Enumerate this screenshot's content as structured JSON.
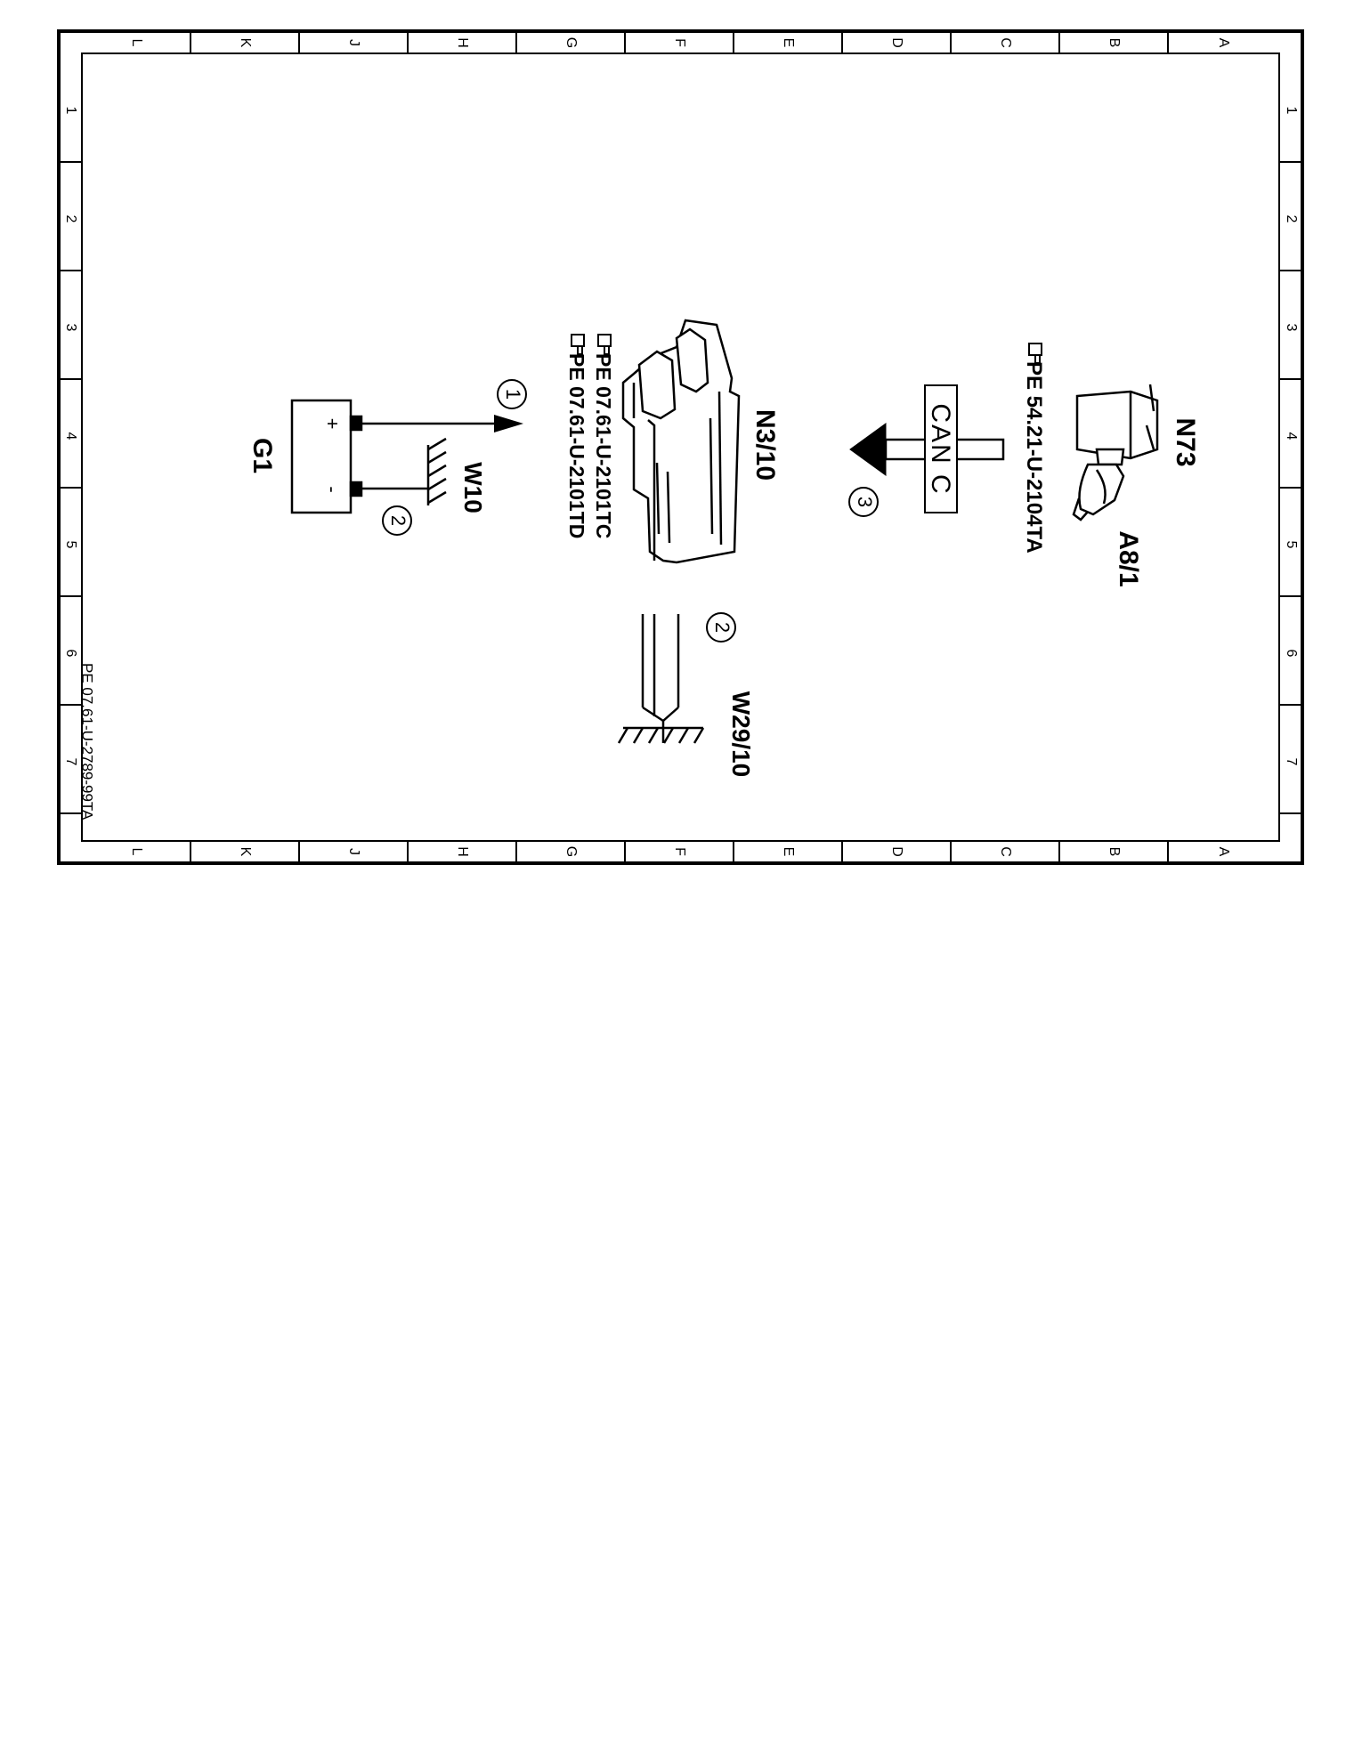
{
  "frame": {
    "column_letters": [
      "L",
      "K",
      "J",
      "H",
      "G",
      "F",
      "E",
      "D",
      "C",
      "B",
      "A"
    ],
    "row_numbers": [
      "1",
      "2",
      "3",
      "4",
      "5",
      "6",
      "7"
    ]
  },
  "components": {
    "n73": "N73",
    "a8_1": "A8/1",
    "n3_10": "N3/10",
    "g1": "G1",
    "w10": "W10",
    "w29_10": "W29/10"
  },
  "bus": {
    "label": "CAN C"
  },
  "battery": {
    "plus": "+",
    "minus": "-"
  },
  "callouts": {
    "c1": "1",
    "c2": "2",
    "c3": "3"
  },
  "references": {
    "ref_n73": "PE 54.21-U-2104TA",
    "ref_n3_10_a": "PE 07.61-U-2101TC",
    "ref_n3_10_b": "PE 07.61-U-2101TD"
  },
  "footer": {
    "drawing_id": "PE 07.61-U-2789-99TA"
  },
  "icons": {
    "reference": "pointing-hand-icon"
  }
}
